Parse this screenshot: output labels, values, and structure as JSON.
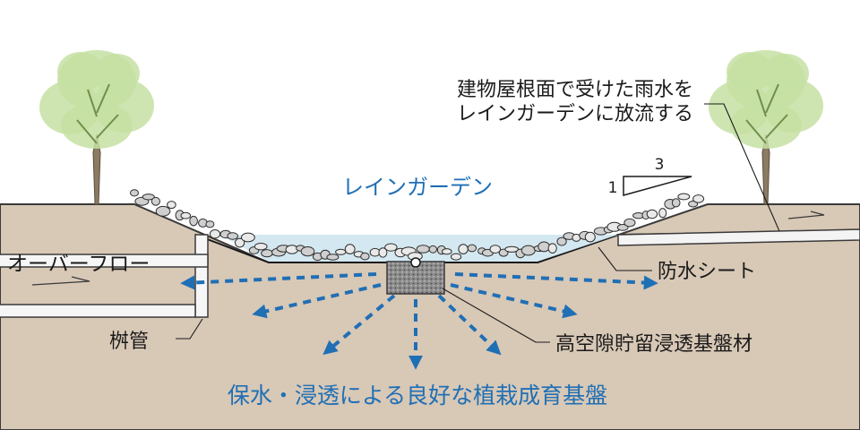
{
  "labels": {
    "roof_note_line1": "建物屋根面で受けた雨水を",
    "roof_note_line2": "レインガーデンに放流する",
    "slope_run": "3",
    "slope_rise": "1",
    "rain_garden": "レインガーデン",
    "overflow": "オーバーフロー",
    "waterproof_sheet": "防水シート",
    "basin_pipe": "桝管",
    "infiltration_base": "高空隙貯留浸透基盤材",
    "bottom_caption": "保水・浸透による良好な植栽成育基盤"
  },
  "colors": {
    "soil": "#d8c8b6",
    "water": "#cfe6ef",
    "arrow_blue": "#1f6fb5",
    "foliage": "#c6e1a3",
    "label_dark": "#1a1a1a"
  }
}
